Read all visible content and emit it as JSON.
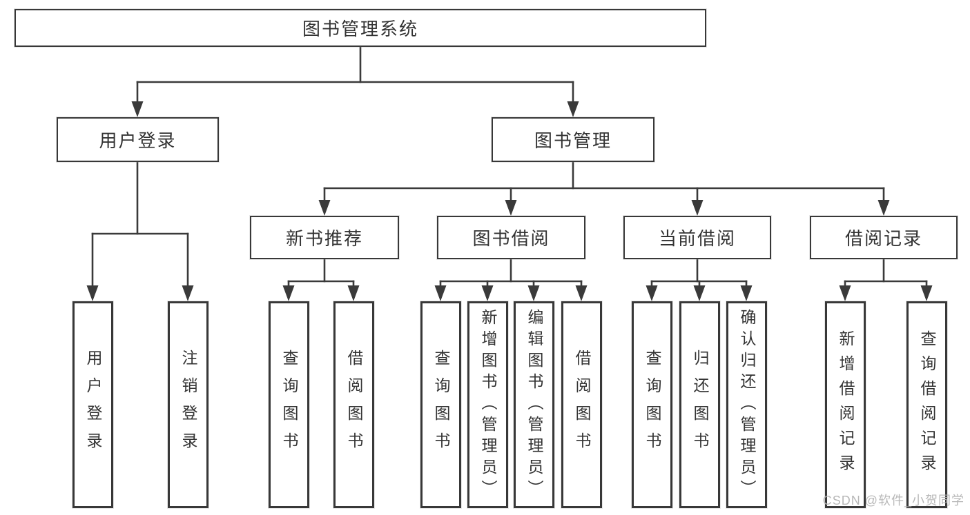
{
  "diagram": {
    "root": {
      "label": "图书管理系统"
    },
    "level2": [
      {
        "label": "用户登录"
      },
      {
        "label": "图书管理"
      }
    ],
    "level3": [
      {
        "label": "新书推荐",
        "parent": "图书管理"
      },
      {
        "label": "图书借阅",
        "parent": "图书管理"
      },
      {
        "label": "当前借阅",
        "parent": "图书管理"
      },
      {
        "label": "借阅记录",
        "parent": "图书管理"
      }
    ],
    "leaves": [
      {
        "label": "用户登录",
        "parent": "用户登录"
      },
      {
        "label": "注销登录",
        "parent": "用户登录"
      },
      {
        "label": "查询图书",
        "parent": "新书推荐"
      },
      {
        "label": "借阅图书",
        "parent": "新书推荐"
      },
      {
        "label": "查询图书",
        "parent": "图书借阅"
      },
      {
        "label": "新增图书（管理员）",
        "parent": "图书借阅"
      },
      {
        "label": "编辑图书（管理员）",
        "parent": "图书借阅"
      },
      {
        "label": "借阅图书",
        "parent": "图书借阅"
      },
      {
        "label": "查询图书",
        "parent": "当前借阅"
      },
      {
        "label": "归还图书",
        "parent": "当前借阅"
      },
      {
        "label": "确认归还（管理员）",
        "parent": "当前借阅"
      },
      {
        "label": "新增借阅记录",
        "parent": "借阅记录"
      },
      {
        "label": "查询借阅记录",
        "parent": "借阅记录"
      }
    ],
    "watermark": "CSDN @软件_小贺同学",
    "colors": {
      "line": "#3a3a3a",
      "text": "#333333",
      "box_fill": "#ffffff",
      "background": "#ffffff",
      "watermark": "#b2b2b2"
    }
  }
}
